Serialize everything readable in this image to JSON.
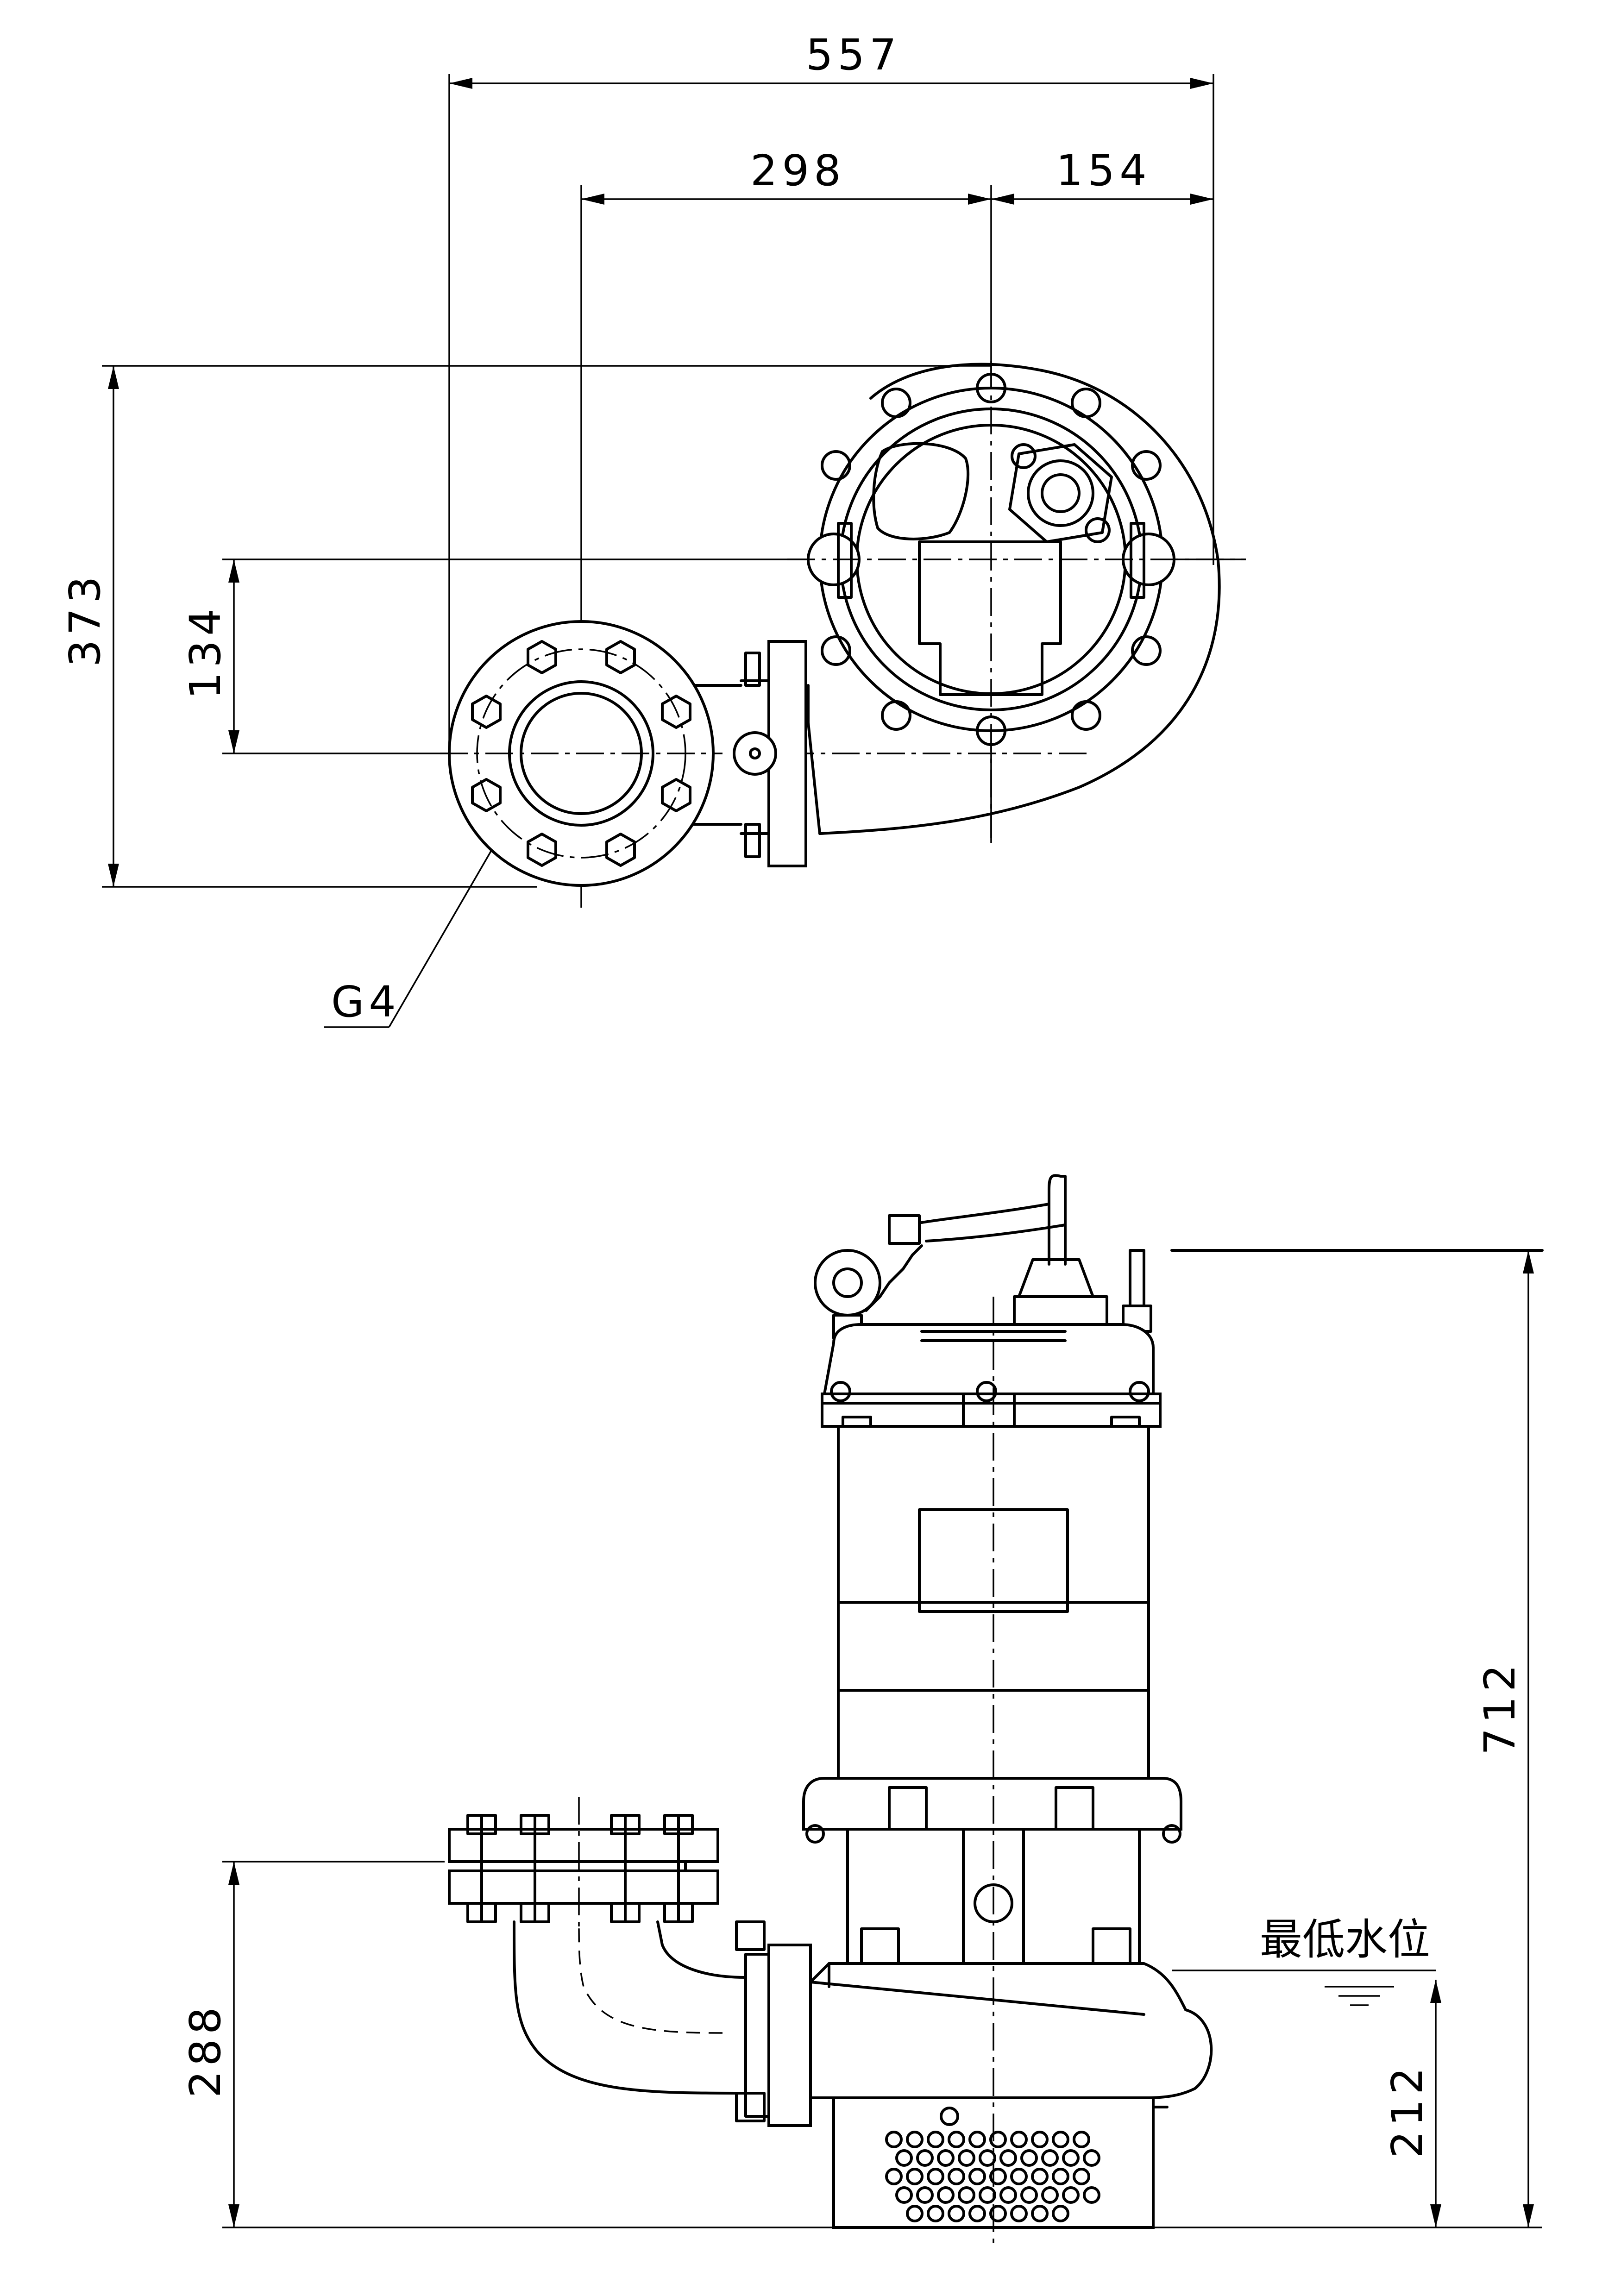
{
  "dimensions": {
    "top_width_total": "557",
    "top_outlet_to_center": "298",
    "top_center_to_edge": "154",
    "top_height_total": "373",
    "top_outlet_offset": "134",
    "flange_label": "G4",
    "side_height_total": "712",
    "side_outlet_height": "288",
    "side_min_water_level": "212"
  },
  "labels": {
    "min_water_level": "最低水位"
  }
}
